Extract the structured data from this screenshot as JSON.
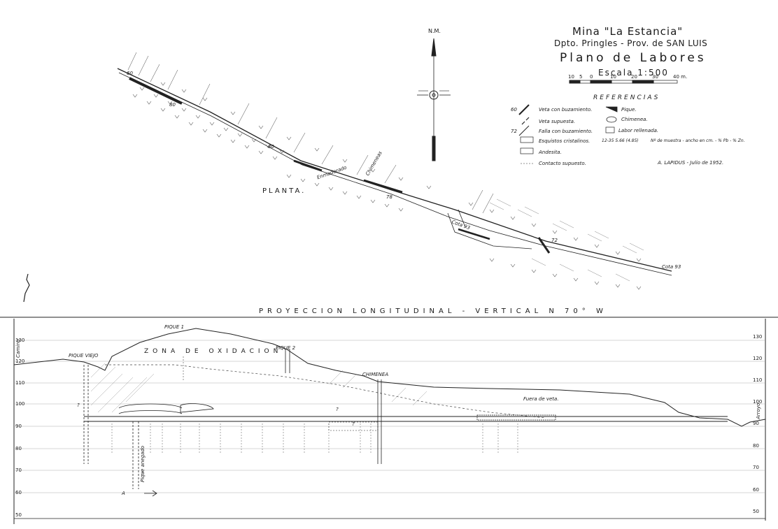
{
  "title": "Mina \"La Estancia\"",
  "subtitle": "Dpto. Pringles - Prov. de SAN LUIS",
  "plan_title": "Plano de Labores",
  "scale": {
    "label": "Escala 1:500",
    "ticks": [
      "10",
      "5",
      "0",
      "10",
      "20",
      "30",
      "40 m."
    ]
  },
  "north_label": "N.M.",
  "references": {
    "heading": "REFERENCIAS",
    "items": [
      {
        "symbol": "vein-dip",
        "label": "Veta con buzamiento.",
        "code": "60"
      },
      {
        "symbol": "vein-supposed",
        "label": "Veta supuesta."
      },
      {
        "symbol": "fault-dip",
        "label": "Falla con buzamiento.",
        "code": "72"
      },
      {
        "symbol": "schist",
        "label": "Esquistos cristalinos."
      },
      {
        "symbol": "andesite",
        "label": "Andesita."
      },
      {
        "symbol": "contact-supposed",
        "label": "Contacto supuesto."
      },
      {
        "symbol": "shaft",
        "label": "Pique."
      },
      {
        "symbol": "chimney",
        "label": "Chimenea."
      },
      {
        "symbol": "filled-labor",
        "label": "Labor rellenada."
      }
    ],
    "sample_note_code": "12-35 5.66 (4.85)",
    "sample_note": "Nº de muestra - ancho en cm. - % Pb - % Zn."
  },
  "author": "A. LAPIDUS - Julio de 1952.",
  "plan_view": {
    "label": "PLANTA.",
    "annotations": [
      "Enmaderado",
      "Chimeneas",
      "Cota 93",
      "Cota 93",
      "80",
      "80",
      "78",
      "72",
      "60"
    ]
  },
  "section": {
    "title": "PROYECCION LONGITUDINAL - VERTICAL N 70° W",
    "y_axis_left": [
      "130",
      "120",
      "110",
      "100",
      "90",
      "80",
      "70",
      "60",
      "50"
    ],
    "y_axis_right": [
      "130",
      "120",
      "110",
      "100",
      "90",
      "80",
      "70",
      "60",
      "50"
    ],
    "labels": {
      "camino": "Camino",
      "arroyo": "Arroyo",
      "pique_viejo": "PIQUE VIEJO",
      "pique_1": "PIQUE 1",
      "pique_2": "PIQUE 2",
      "chimenea": "CHIMENEA",
      "zona": "ZONA DE OXIDACION",
      "fuera": "Fuera de veta.",
      "pique_anegado": "Pique anegado",
      "q1": "?",
      "q2": "?",
      "q3": "?",
      "q4": "?",
      "arrow": "A"
    }
  }
}
